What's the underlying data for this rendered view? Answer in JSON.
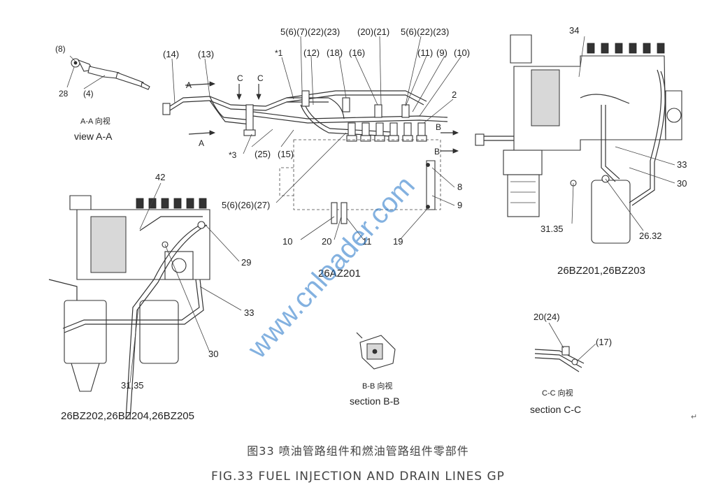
{
  "labels": {
    "aa_8": "(8)",
    "aa_28": "28",
    "aa_4": "(4)",
    "aa_cn": "A-A 向视",
    "aa_en": "view A-A",
    "l14": "(14)",
    "l13": "(13)",
    "lA1": "A",
    "lA2": "A",
    "lC1": "C",
    "lC2": "C",
    "l1star": "*1",
    "l3star": "*3",
    "l25": "(25)",
    "l15": "(15)",
    "t1": "5(6)(7)(22)(23)",
    "t2": "(20)(21)",
    "t3": "5(6)(22)(23)",
    "l12": "(12)",
    "l18": "(18)",
    "l16": "(16)",
    "l11": "(11)",
    "l9": "(9)",
    "l10": "(10)",
    "l2": "2",
    "lB1": "B",
    "lB2": "B",
    "l5_26_27": "5(6)(26)(27)",
    "b10": "10",
    "b20": "20",
    "b11": "11",
    "b19": "19",
    "r8": "8",
    "r9": "9",
    "mid_model": "26AZ201",
    "r34": "34",
    "r33": "33",
    "r30": "30",
    "r3135": "31.35",
    "r2632": "26.32",
    "right_model": "26BZ201,26BZ203",
    "l42": "42",
    "l29": "29",
    "l33": "33",
    "l30": "30",
    "l3135": "31,35",
    "left_model": "26BZ202,26BZ204,26BZ205",
    "bb_cn": "B-B 向视",
    "bb_en": "section B-B",
    "cc_20_24": "20(24)",
    "cc_17": "(17)",
    "cc_cn": "C-C 向视",
    "cc_en": "section C-C"
  },
  "watermark": "www.cnloader.com",
  "title_cn": "图33  喷油管路组件和燃油管路组件零部件",
  "title_en": "FIG.33  FUEL INJECTION AND DRAIN LINES GP",
  "return_mark": "↵",
  "colors": {
    "watermark": "#1e73c8",
    "ink": "#222222"
  }
}
